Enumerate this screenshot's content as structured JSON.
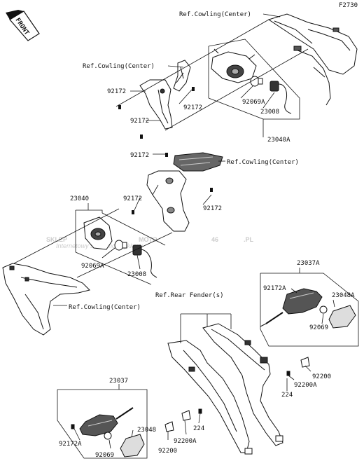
{
  "sheet_code": "F2730",
  "front_label": "FRONT",
  "watermark": {
    "brand_a": "SKLEP",
    "brand_b": "MOTO",
    "brand_num": "46",
    "brand_tld": ".PL",
    "tagline": "Internetowy sklep motocyklowy"
  },
  "callouts": {
    "ref_cowling_top": "Ref.Cowling(Center)",
    "ref_cowling_left": "Ref.Cowling(Center)",
    "ref_cowling_mid": "Ref.Cowling(Center)",
    "ref_cowling_low": "Ref.Cowling(Center)",
    "ref_rear_fender": "Ref.Rear Fender(s)",
    "p92172_a": "92172",
    "p92172_b": "92172",
    "p92172_c": "92172",
    "p92172_d": "92172",
    "p92172_e": "92172",
    "p92172_f": "92172",
    "p92069A_top": "92069A",
    "p23008_top": "23008",
    "p23040A": "23040A",
    "p23040": "23040",
    "p92069A_mid": "92069A",
    "p23008_mid": "23008",
    "p23037A": "23037A",
    "p92172A_r": "92172A",
    "p23048A": "23048A",
    "p92069_r": "92069",
    "p92200_r": "92200",
    "p92200A_r": "92200A",
    "p224_r": "224",
    "p23037": "23037",
    "p92172A_l": "92172A",
    "p23048_l": "23048",
    "p92069_l": "92069",
    "p92200_l": "92200",
    "p92200A_l": "92200A",
    "p224_l": "224"
  }
}
